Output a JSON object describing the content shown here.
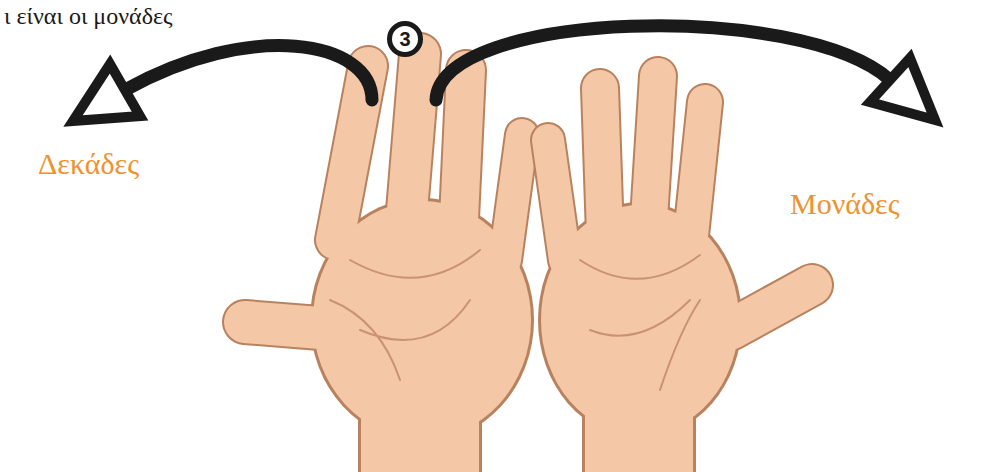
{
  "diagram": {
    "nodes": [
      {
        "text": [
          "3"
        ]
      }
    ],
    "labels": [
      "ι είναι οι μονάδες",
      "Δεκάδες",
      "Μονάδες"
    ]
  }
}
